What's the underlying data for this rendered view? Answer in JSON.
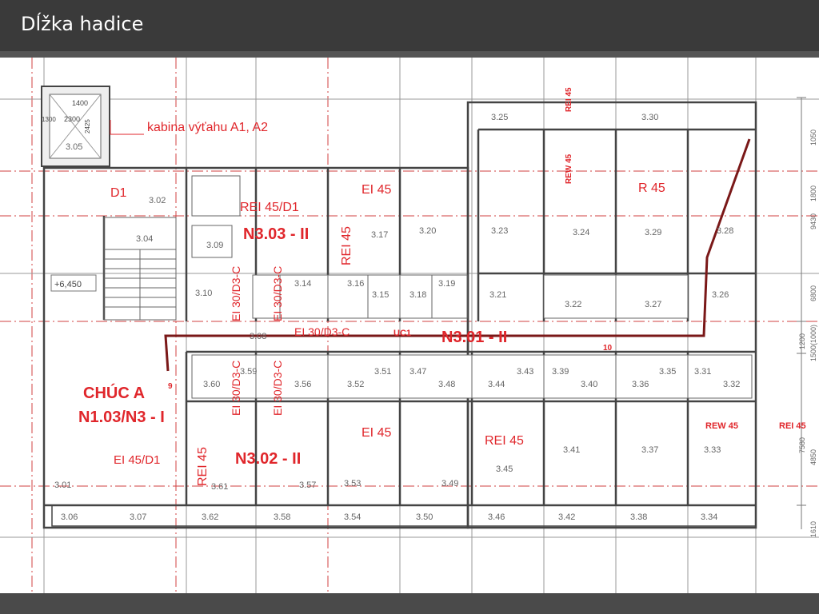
{
  "header": {
    "title": "Dĺžka hadice"
  },
  "annotations": {
    "kabina": "kabina výťahu A1, A2",
    "d1": "D1",
    "rei45_d1": "REI 45/D1",
    "ei45_top": "EI 45",
    "n303": "N3.03 - II",
    "rei45_vert": "REI 45",
    "rei45_top": "REI 45",
    "rew45_top": "REW 45",
    "r45": "R 45",
    "ei30_a": "EI 30/D3-C",
    "ei30_b": "EI 30/D3-C",
    "ei30_h": "EI 30/D3-C",
    "uc1": "UC1",
    "n301": "N3.01 - II",
    "ten": "10",
    "nine": "9",
    "chuc": "CHÚC A",
    "n103": "N1.03/N3 - I",
    "ei30_c": "EI 30/D3-C",
    "ei30_d": "EI 30/D3-C",
    "ei45_mid": "EI 45",
    "rei45_mid": "REI 45",
    "ei45_d1": "EI 45/D1",
    "rei45_vert2": "REI 45",
    "n302": "N3.02 - II",
    "rew45_bot": "REW 45",
    "rei45_right": "REI 45",
    "level": "+6,450"
  },
  "elevator": {
    "w": "1400",
    "h": "2300",
    "side": "1300",
    "v": "2425",
    "room": "3.05"
  },
  "dims": [
    "1050",
    "1800",
    "9430",
    "6800",
    "1200",
    "1500(1000)",
    "7580",
    "4850",
    "1610"
  ],
  "rooms": {
    "r302": "3.02",
    "r304": "3.04",
    "r309": "3.09",
    "r310": "3.10",
    "r317": "3.17",
    "r320": "3.20",
    "r323": "3.23",
    "r324": "3.24",
    "r329": "3.29",
    "r328": "3.28",
    "r325": "3.25",
    "r330": "3.30",
    "r321": "3.21",
    "r322": "3.22",
    "r327": "3.27",
    "r326": "3.26",
    "r315": "3.15",
    "r318": "3.18",
    "r314": "3.14",
    "r316": "3.16",
    "r319": "3.19",
    "r308": "3.08",
    "r360": "3.60",
    "r356": "3.56",
    "r352": "3.52",
    "r351": "3.51",
    "r347": "3.47",
    "r348": "3.48",
    "r344": "3.44",
    "r343": "3.43",
    "r339": "3.39",
    "r340": "3.40",
    "r336": "3.36",
    "r335": "3.35",
    "r331": "3.31",
    "r332": "3.32",
    "r359": "3.59",
    "r301": "3.01",
    "r361": "3.61",
    "r357": "3.57",
    "r353": "3.53",
    "r349": "3.49",
    "r345": "3.45",
    "r341": "3.41",
    "r337": "3.37",
    "r333": "3.33",
    "r306": "3.06",
    "r307": "3.07",
    "r362": "3.62",
    "r358": "3.58",
    "r354": "3.54",
    "r350": "3.50",
    "r346": "3.46",
    "r342": "3.42",
    "r338": "3.38",
    "r334": "3.34"
  },
  "colors": {
    "route": "#7a1818",
    "label": "#e0262b",
    "line": "#555555"
  }
}
